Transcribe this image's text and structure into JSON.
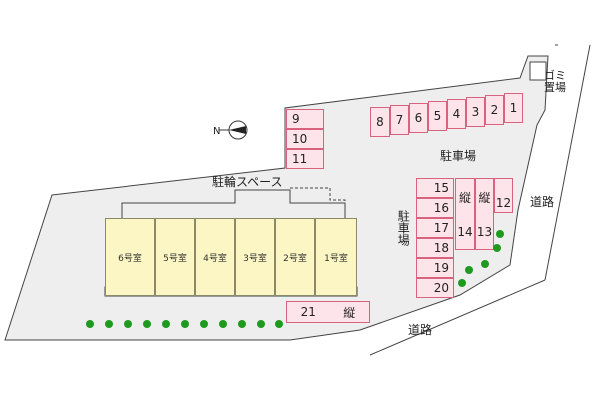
{
  "labels": {
    "parking_main": "駐車場",
    "parking_side": "駐車場",
    "bicycle": "駐輪スペース",
    "garbage": "ゴミ置場",
    "road_right": "道路",
    "road_bottom": "道路"
  },
  "rooms": [
    "6号室",
    "5号室",
    "4号室",
    "3号室",
    "2号室",
    "1号室"
  ],
  "parking": {
    "top_row": [
      "8",
      "7",
      "6",
      "5",
      "4",
      "3",
      "2",
      "1"
    ],
    "left_column": [
      "9",
      "10",
      "11"
    ],
    "right_column": [
      "15",
      "16",
      "17",
      "18",
      "19",
      "20"
    ],
    "tandem_left": {
      "vertical": "縦",
      "number": "14"
    },
    "tandem_right": {
      "vertical": "縦",
      "number": "13"
    },
    "slot_12": "12",
    "slot_21": {
      "number": "21",
      "vertical": "縦"
    }
  },
  "colors": {
    "lot": "#eeeeee",
    "parking_fill": "#fde3ea",
    "parking_border": "#d9627f",
    "room_fill": "#fbf6c4",
    "tree": "#1e9a1e"
  },
  "icons": {
    "north": "north-arrow-icon",
    "tree": "tree-icon"
  }
}
